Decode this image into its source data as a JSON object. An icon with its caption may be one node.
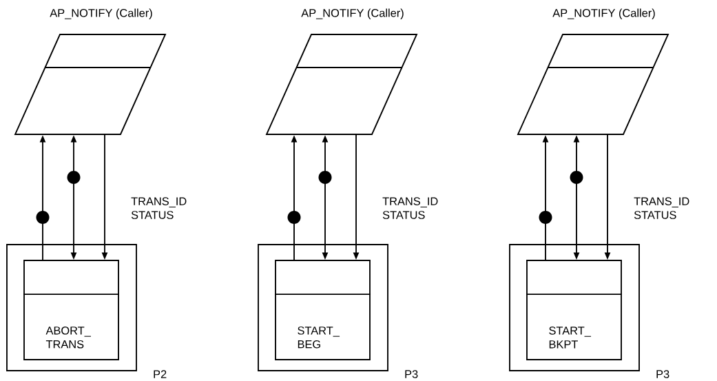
{
  "diagram": {
    "nodes": [
      {
        "text": [
          "AP_NOTIFY (Caller)"
        ]
      },
      {
        "text": [],
        "shape": "box",
        "beside": [
          "P2"
        ]
      },
      {
        "text": [
          "ABORT_ TRANS"
        ],
        "in": 1
      },
      {
        "text": [
          "AP_NOTIFY (Caller)"
        ]
      },
      {
        "text": [],
        "shape": "box",
        "beside": [
          "P3"
        ]
      },
      {
        "text": [
          "START_ BEG"
        ],
        "in": 4
      },
      {
        "text": [
          "AP_NOTIFY (Caller)"
        ]
      },
      {
        "text": [],
        "shape": "box",
        "beside": [
          "P3"
        ]
      },
      {
        "text": [
          "START_ BKPT"
        ],
        "in": 7
      }
    ],
    "edges": [
      {
        "from": 2,
        "to": 0,
        "arrow": "to"
      },
      {
        "from": 2,
        "to": 0,
        "arrow": "both"
      },
      {
        "from": 0,
        "to": 2,
        "arrow": "to",
        "label": "TRANS_ID STATUS"
      },
      {
        "from": 5,
        "to": 3,
        "arrow": "to"
      },
      {
        "from": 5,
        "to": 3,
        "arrow": "both"
      },
      {
        "from": 3,
        "to": 5,
        "arrow": "to",
        "label": "TRANS_ID STATUS"
      },
      {
        "from": 8,
        "to": 6,
        "arrow": "to"
      },
      {
        "from": 8,
        "to": 6,
        "arrow": "both"
      },
      {
        "from": 6,
        "to": 8,
        "arrow": "to",
        "label": "TRANS_ID STATUS"
      }
    ]
  }
}
